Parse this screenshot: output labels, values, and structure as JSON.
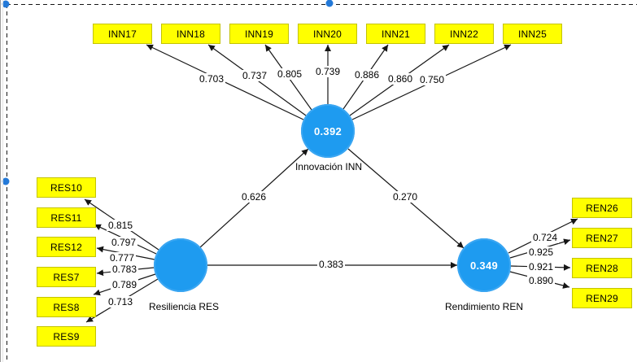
{
  "selection": {
    "handle_color": "#2379d8"
  },
  "model": {
    "latent_nodes": [
      {
        "id": "INN",
        "label": "Innovación INN",
        "r2": "0.392"
      },
      {
        "id": "RES",
        "label": "Resiliencia RES",
        "r2": ""
      },
      {
        "id": "REN",
        "label": "Rendimiento REN",
        "r2": "0.349"
      }
    ],
    "indicators_inn": [
      {
        "name": "INN17",
        "loading": "0.703"
      },
      {
        "name": "INN18",
        "loading": "0.737"
      },
      {
        "name": "INN19",
        "loading": "0.805"
      },
      {
        "name": "INN20",
        "loading": "0.739"
      },
      {
        "name": "INN21",
        "loading": "0.886"
      },
      {
        "name": "INN22",
        "loading": "0.860"
      },
      {
        "name": "INN25",
        "loading": "0.750"
      }
    ],
    "indicators_res": [
      {
        "name": "RES10",
        "loading": "0.815"
      },
      {
        "name": "RES11",
        "loading": "0.797"
      },
      {
        "name": "RES12",
        "loading": "0.777"
      },
      {
        "name": "RES7",
        "loading": "0.783"
      },
      {
        "name": "RES8",
        "loading": "0.789"
      },
      {
        "name": "RES9",
        "loading": "0.713"
      }
    ],
    "indicators_ren": [
      {
        "name": "REN26",
        "loading": "0.724"
      },
      {
        "name": "REN27",
        "loading": "0.925"
      },
      {
        "name": "REN28",
        "loading": "0.921"
      },
      {
        "name": "REN29",
        "loading": "0.890"
      }
    ],
    "paths": [
      {
        "from": "Resiliencia RES",
        "to": "Innovación INN",
        "coefficient": "0.626"
      },
      {
        "from": "Innovación INN",
        "to": "Rendimiento REN",
        "coefficient": "0.270"
      },
      {
        "from": "Resiliencia RES",
        "to": "Rendimiento REN",
        "coefficient": "0.383"
      }
    ],
    "colors": {
      "indicator_fill": "#ffff00",
      "indicator_border": "#c3c300",
      "latent_fill": "#1e9bf0",
      "latent_value_text": "#ffffff",
      "connector": "#161616"
    }
  }
}
